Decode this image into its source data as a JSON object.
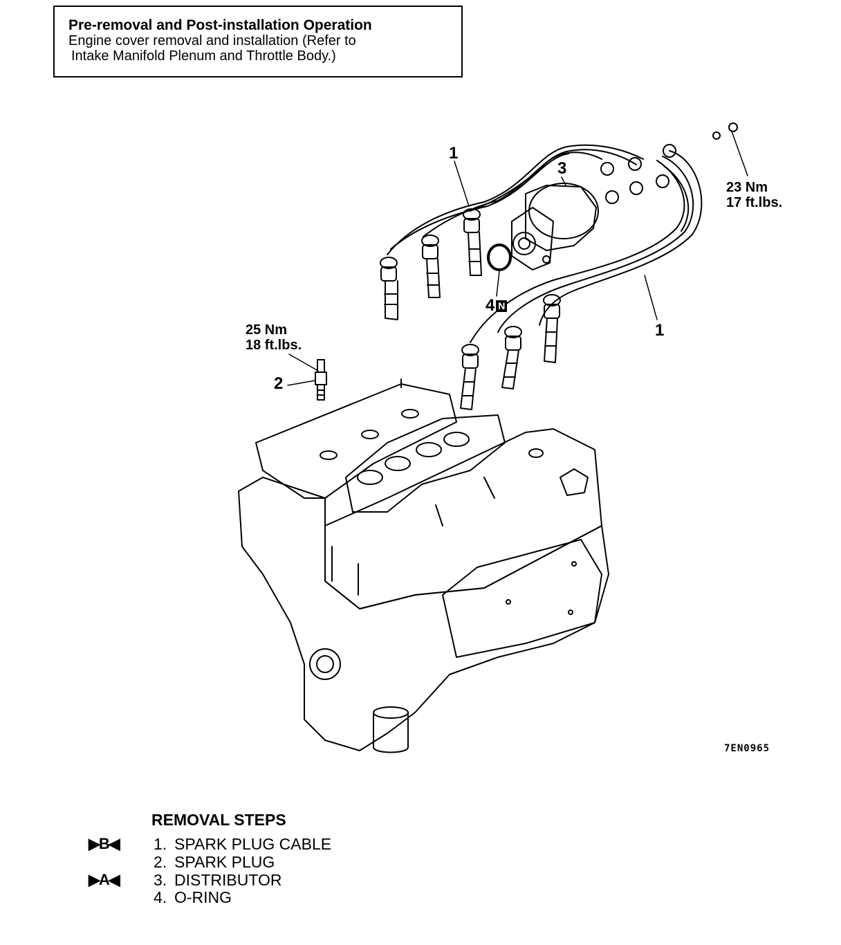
{
  "note": {
    "title": "Pre-removal and Post-installation Operation",
    "line1": "Engine cover removal and installation (Refer to",
    "line2": "Intake Manifold Plenum and Throttle Body.)"
  },
  "callouts": {
    "cable_top": "1",
    "cable_right": "1",
    "spark_plug": "2",
    "distributor": "3",
    "o_ring": "4",
    "o_ring_badge": "N"
  },
  "torque": {
    "spark_plug_nm": "25 Nm",
    "spark_plug_ftlbs": "18 ft.lbs.",
    "distributor_nm": "23 Nm",
    "distributor_ftlbs": "17 ft.lbs."
  },
  "figure_code": "7EN0965",
  "removal_steps": {
    "title": "REMOVAL STEPS",
    "items": [
      {
        "mark": "▶B◀",
        "num": "1.",
        "name": "SPARK PLUG CABLE"
      },
      {
        "mark": "",
        "num": "2.",
        "name": "SPARK PLUG"
      },
      {
        "mark": "▶A◀",
        "num": "3.",
        "name": "DISTRIBUTOR"
      },
      {
        "mark": "",
        "num": "4.",
        "name": "O-RING"
      }
    ]
  }
}
